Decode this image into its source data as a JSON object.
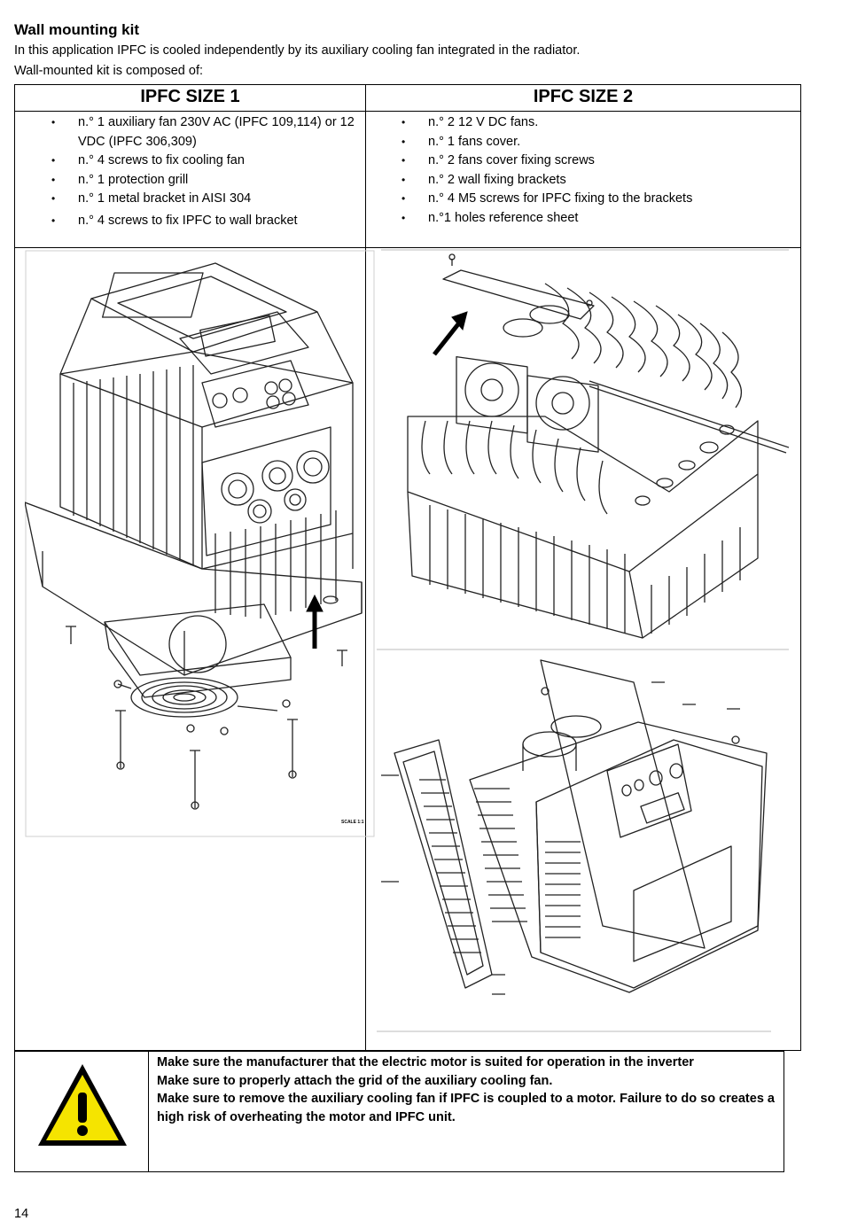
{
  "doc": {
    "heading": "Wall mounting kit",
    "intro_1": "In this application IPFC is cooled independently by its auxiliary cooling fan integrated in the radiator.",
    "intro_2": "Wall-mounted kit is composed of:"
  },
  "table": {
    "col1_title": "IPFC SIZE 1",
    "col2_title": "IPFC SIZE 2",
    "col1_items": [
      "n.° 1 auxiliary fan 230V AC (IPFC 109,114) or 12 VDC (IPFC 306,309)",
      "n.° 4 screws to fix cooling fan",
      "n.° 1 protection grill",
      "n.° 1 metal bracket in AISI 304",
      "n.° 4 screws to fix IPFC to wall bracket"
    ],
    "col2_items": [
      "n.° 2 12 V DC fans.",
      "n.° 1 fans cover.",
      "n.° 2 fans cover fixing screws",
      "n.° 2 wall fixing brackets",
      "n.° 4 M5 screws for IPFC fixing to the brackets",
      "n.°1 holes reference sheet"
    ],
    "bullet_glyph": "•"
  },
  "drawing": {
    "scale_label": "SCALE 1:1"
  },
  "warning": {
    "lines": [
      "Make sure the manufacturer that the electric motor is suited for operation in the inverter",
      "Make sure to properly attach the grid of the auxiliary cooling fan.",
      "Make sure to remove the auxiliary cooling fan if IPFC is coupled to a motor.  Failure to do so creates a high risk of overheating the motor and IPFC unit."
    ],
    "icon_color": "#f5e400",
    "icon_name": "warning-triangle-icon"
  },
  "page": {
    "number": "14"
  }
}
